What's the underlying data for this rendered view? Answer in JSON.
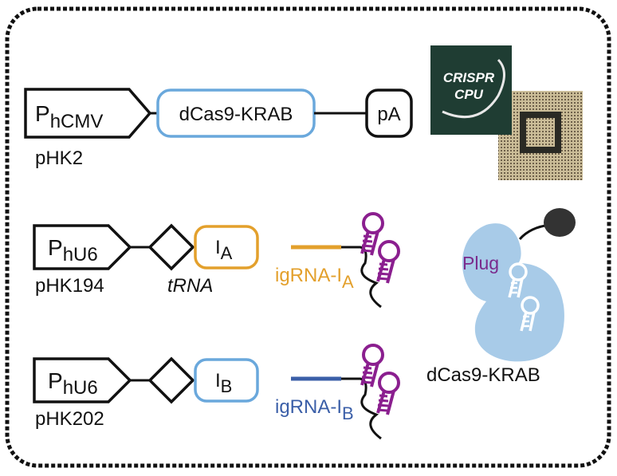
{
  "colors": {
    "blue": "#6aa8dc",
    "orange": "#e3a02c",
    "purple": "#8b1f8f",
    "plug_blue": "#a8cbe8",
    "igrna_b_blue": "#3b5fa8",
    "chip_green": "#1f3d33",
    "chip_tan": "#b8a57e"
  },
  "rows": [
    {
      "promoter_main": "P",
      "promoter_sub": "hCMV",
      "plasmid": "pHK2",
      "gene": "dCas9-KRAB",
      "terminator": "pA"
    },
    {
      "promoter_main": "P",
      "promoter_sub": "hU6",
      "plasmid": "pHK194",
      "linker": "tRNA",
      "insert_main": "I",
      "insert_sub": "A",
      "rna_main": "igRNA-I",
      "rna_sub": "A"
    },
    {
      "promoter_main": "P",
      "promoter_sub": "hU6",
      "plasmid": "pHK202",
      "insert_main": "I",
      "insert_sub": "B",
      "rna_main": "igRNA-I",
      "rna_sub": "B"
    }
  ],
  "chip": {
    "line1": "CRISPR",
    "line2": "CPU"
  },
  "complex": {
    "plug": "Plug",
    "label": "dCas9-KRAB"
  }
}
